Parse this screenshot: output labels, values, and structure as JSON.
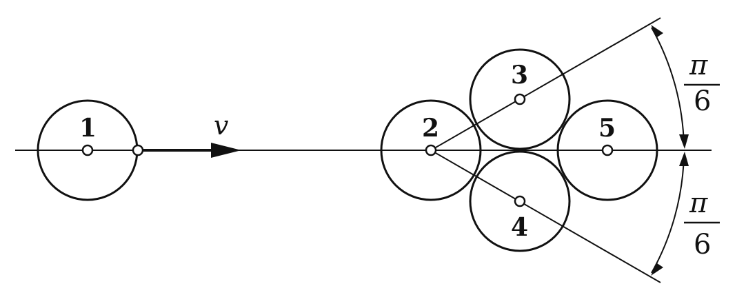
{
  "diagram": {
    "balls": [
      {
        "id": "ball-1",
        "label": "1"
      },
      {
        "id": "ball-2",
        "label": "2"
      },
      {
        "id": "ball-3",
        "label": "3"
      },
      {
        "id": "ball-4",
        "label": "4"
      },
      {
        "id": "ball-5",
        "label": "5"
      }
    ],
    "velocity_label": "v",
    "angle_top": {
      "numerator": "π",
      "denominator": "6"
    },
    "angle_bottom": {
      "numerator": "π",
      "denominator": "6"
    },
    "colors": {
      "ink": "#111111",
      "background": "#ffffff"
    }
  }
}
